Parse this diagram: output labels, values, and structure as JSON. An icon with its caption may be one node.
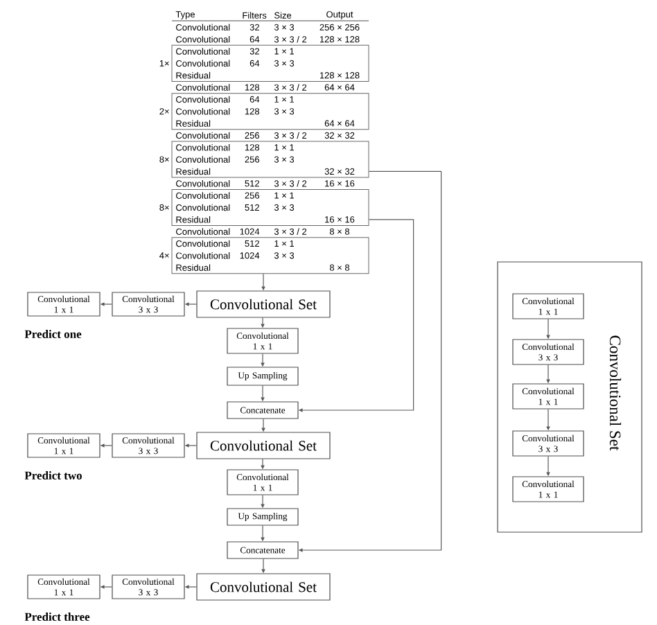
{
  "diagram": {
    "nodes": [
      {
        "text": [
          "Convolutional",
          "32",
          "1 × 1",
          "Convolutional",
          "64",
          "3 × 3",
          "Residual",
          "128 × 128"
        ],
        "beside": [
          "1×"
        ]
      },
      {
        "text": [
          "Convolutional",
          "64",
          "1 × 1",
          "Convolutional",
          "128",
          "3 × 3",
          "Residual",
          "64 × 64"
        ],
        "beside": [
          "2×"
        ]
      },
      {
        "text": [
          "Convolutional",
          "128",
          "1 × 1",
          "Convolutional",
          "256",
          "3 × 3",
          "Residual",
          "32 × 32"
        ],
        "beside": [
          "8×"
        ]
      },
      {
        "text": [
          "Convolutional",
          "256",
          "1 × 1",
          "Convolutional",
          "512",
          "3 × 3",
          "Residual",
          "16 × 16"
        ],
        "beside": [
          "8×"
        ]
      },
      {
        "text": [
          "Convolutional",
          "512",
          "1 × 1",
          "Convolutional",
          "1024",
          "3 × 3",
          "Residual",
          "8 × 8"
        ],
        "beside": [
          "4×"
        ]
      },
      {
        "text": [
          "Convolutional Set"
        ]
      },
      {
        "text": [
          "Convolutional 3 x 3"
        ]
      },
      {
        "text": [
          "Convolutional 1 x 1"
        ],
        "beside": [
          "Predict one"
        ]
      },
      {
        "text": [
          "Convolutional 1 x 1"
        ]
      },
      {
        "text": [
          "Up Sampling"
        ]
      },
      {
        "text": [
          "Concatenate"
        ]
      },
      {
        "text": [
          "Convolutional Set"
        ]
      },
      {
        "text": [
          "Convolutional 3 x 3"
        ]
      },
      {
        "text": [
          "Convolutional 1 x 1"
        ],
        "beside": [
          "Predict two"
        ]
      },
      {
        "text": [
          "Convolutional 1 x 1"
        ]
      },
      {
        "text": [
          "Up Sampling"
        ]
      },
      {
        "text": [
          "Concatenate"
        ]
      },
      {
        "text": [
          "Convolutional Set"
        ]
      },
      {
        "text": [
          "Convolutional 3 x 3"
        ]
      },
      {
        "text": [
          "Convolutional 1 x 1"
        ],
        "beside": [
          "Predict three"
        ]
      },
      {
        "text": [
          "Convolutional Set"
        ]
      },
      {
        "text": [
          "Convolutional 1 x 1"
        ],
        "in": 20
      },
      {
        "text": [
          "Convolutional 3 x 3"
        ],
        "in": 20
      },
      {
        "text": [
          "Convolutional 1 x 1"
        ],
        "in": 20
      },
      {
        "text": [
          "Convolutional 3 x 3"
        ],
        "in": 20
      },
      {
        "text": [
          "Convolutional 1 x 1"
        ],
        "in": 20
      }
    ],
    "edges": [
      {
        "from": 4,
        "to": 5,
        "arrow": "to"
      },
      {
        "from": 5,
        "to": 6,
        "arrow": "to"
      },
      {
        "from": 6,
        "to": 7,
        "arrow": "to"
      },
      {
        "from": 5,
        "to": 8,
        "arrow": "to"
      },
      {
        "from": 8,
        "to": 9,
        "arrow": "to"
      },
      {
        "from": 9,
        "to": 10,
        "arrow": "to"
      },
      {
        "from": 3,
        "to": 10,
        "arrow": "to"
      },
      {
        "from": 10,
        "to": 11,
        "arrow": "to"
      },
      {
        "from": 11,
        "to": 12,
        "arrow": "to"
      },
      {
        "from": 12,
        "to": 13,
        "arrow": "to"
      },
      {
        "from": 11,
        "to": 14,
        "arrow": "to"
      },
      {
        "from": 14,
        "to": 15,
        "arrow": "to"
      },
      {
        "from": 15,
        "to": 16,
        "arrow": "to"
      },
      {
        "from": 2,
        "to": 16,
        "arrow": "to"
      },
      {
        "from": 16,
        "to": 17,
        "arrow": "to"
      },
      {
        "from": 17,
        "to": 18,
        "arrow": "to"
      },
      {
        "from": 18,
        "to": 19,
        "arrow": "to"
      },
      {
        "from": 21,
        "to": 22,
        "arrow": "to"
      },
      {
        "from": 22,
        "to": 23,
        "arrow": "to"
      },
      {
        "from": 23,
        "to": 24,
        "arrow": "to"
      },
      {
        "from": 24,
        "to": 25,
        "arrow": "to"
      }
    ],
    "labels": [
      "Type",
      "Filters",
      "Size",
      "Output",
      "Convolutional",
      "32",
      "3 × 3",
      "256 × 256",
      "Convolutional",
      "64",
      "3 × 3 / 2",
      "128 × 128",
      "Convolutional",
      "128",
      "3 × 3 / 2",
      "64 × 64",
      "Convolutional",
      "256",
      "3 × 3 / 2",
      "32 × 32",
      "Convolutional",
      "512",
      "3 × 3 / 2",
      "16 × 16",
      "Convolutional",
      "1024",
      "3 × 3 / 2",
      "8 × 8"
    ]
  }
}
